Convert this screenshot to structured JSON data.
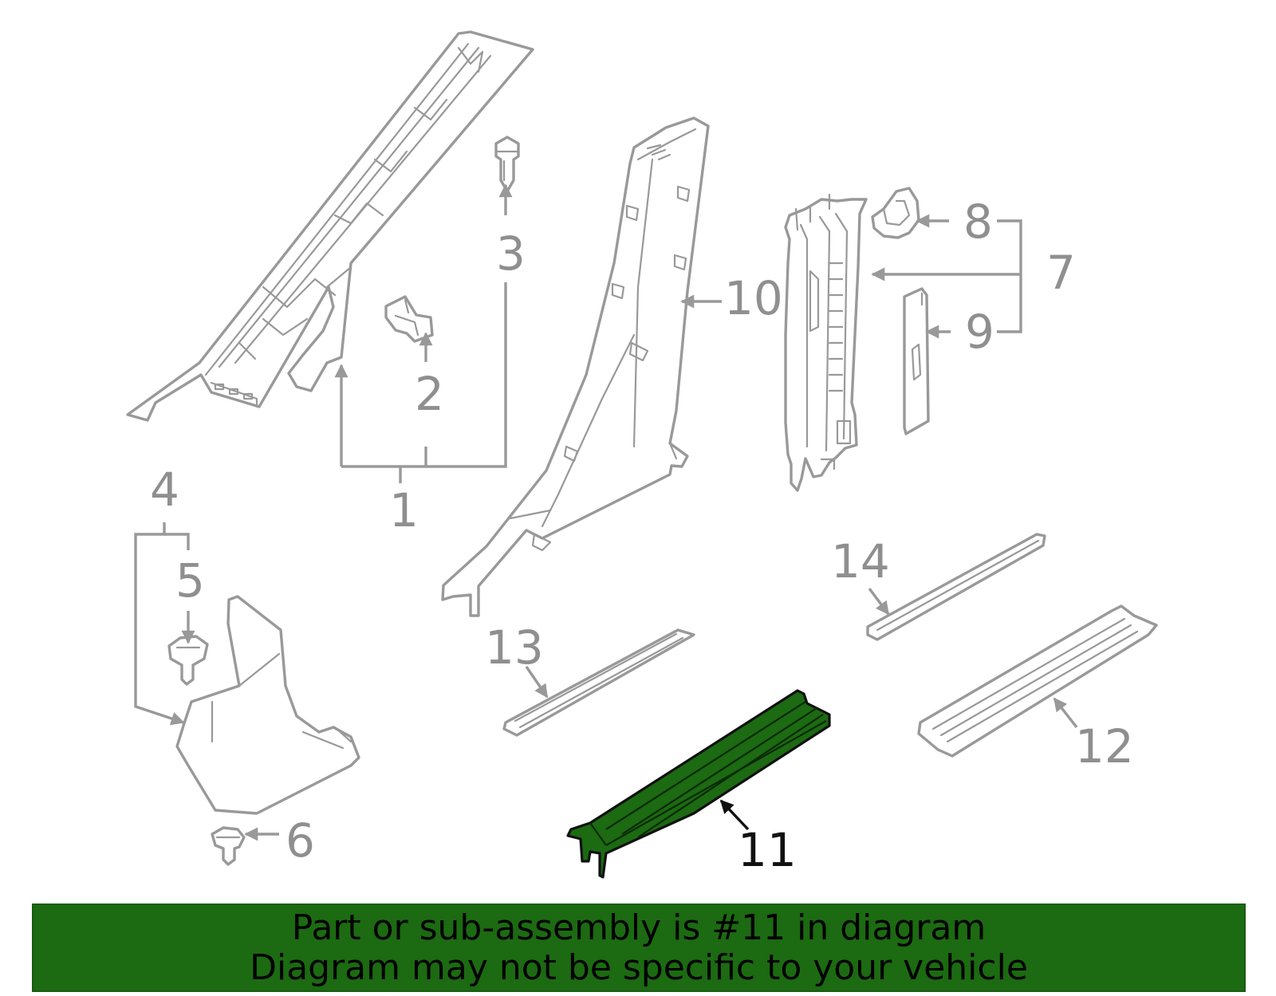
{
  "diagram": {
    "callouts": {
      "c1": "1",
      "c2": "2",
      "c3": "3",
      "c4": "4",
      "c5": "5",
      "c6": "6",
      "c7": "7",
      "c8": "8",
      "c9": "9",
      "c10": "10",
      "c11": "11",
      "c12": "12",
      "c13": "13",
      "c14": "14"
    },
    "highlighted_part": "11",
    "highlight_color": "#1c6a12",
    "line_color": "#999999"
  },
  "banner": {
    "line1": "Part or sub-assembly is #11 in diagram",
    "line2": "Diagram may not be specific to your vehicle",
    "background": "#1c6a12"
  }
}
